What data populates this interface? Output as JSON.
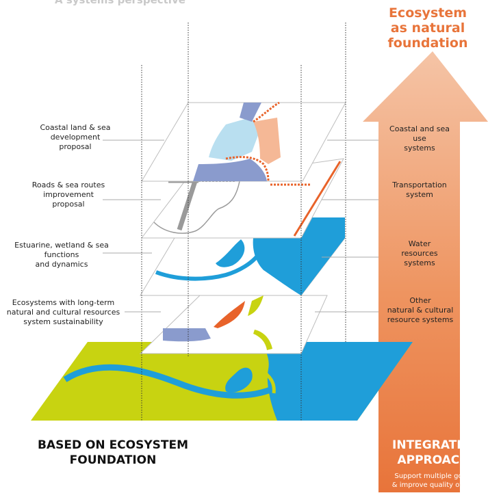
{
  "subtitle": "A systems perspective",
  "arrow": {
    "title": "Ecosystem\nas natural\nfoundation",
    "bottom_title": "INTEGRATED\nAPPROACH",
    "bottom_sub": "Support multiple goals\n& improve quality of life",
    "color_top": "#f5c4a6",
    "color_bottom": "#e8743a"
  },
  "left_labels": [
    "Coastal land & sea\ndevelopment\nproposal",
    "Roads & sea routes\nimprovement\nproposal",
    "Estuarine, wetland & sea\nfunctions\nand dynamics",
    "Ecosystems with long-term\nnatural and cultural resources\nsystem sustainability"
  ],
  "right_labels": [
    "Coastal and sea\nuse\nsystems",
    "Transportation\nsystem",
    "Water\nresources\nsystems",
    "Other\nnatural & cultural\nresource systems"
  ],
  "base_label": "BASED ON ECOSYSTEM\nFOUNDATION",
  "colors": {
    "land_green": "#c8d311",
    "water_blue": "#1f9ed9",
    "orange": "#e8632a",
    "peach": "#f5b896",
    "light_blue": "#b9dff0",
    "lavender": "#8a9bcd",
    "grey": "#9a9a9a"
  }
}
